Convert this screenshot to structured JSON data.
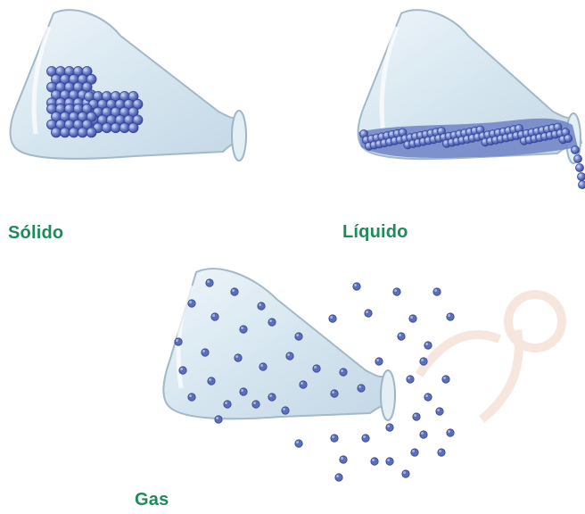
{
  "labels": {
    "solid": "Sólido",
    "liquid": "Líquido",
    "gas": "Gas"
  },
  "colors": {
    "label": "#1f8a5a",
    "glass_fill": "#dbe9f2",
    "glass_edge": "#9fb6c6",
    "particle": "#5a6fb8",
    "particle_dark": "#34449a",
    "particle_light": "#b8c6ef",
    "watermark": "#f1d2c2"
  }
}
